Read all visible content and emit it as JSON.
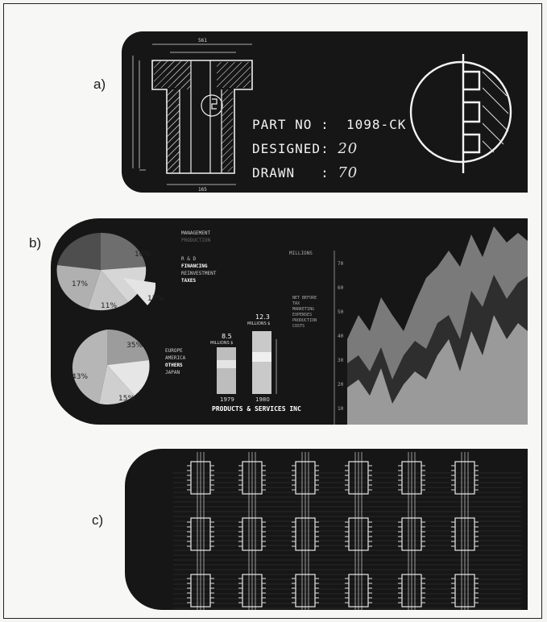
{
  "labels": {
    "a": "a)",
    "b": "b)",
    "c": "c)"
  },
  "panel_a": {
    "part_no_label": "PART NO",
    "part_no_value": "1098-CK",
    "designed_label": "DESIGNED",
    "designed_value": "20",
    "drawn_label": "DRAWN",
    "drawn_value": "70",
    "dim_top": "561",
    "dim_bottom": "165"
  },
  "panel_b": {
    "pie1_labels": [
      "10%",
      "17%",
      "11%",
      "12%"
    ],
    "pie1_legend": [
      "MANAGEMENT",
      "PRODUCTION",
      "R & D",
      "FINANCING",
      "REINVESTMENT",
      "TAXES"
    ],
    "pie2_labels": [
      "35%",
      "43%",
      "15%"
    ],
    "pie2_legend": [
      "EUROPE",
      "AMERICA",
      "OTHERS",
      "JAPAN"
    ],
    "bar1_value": "8.5",
    "bar2_value": "12.3",
    "millions_label": "MILLIONS $",
    "bar1_year": "1979",
    "bar2_year": "1980",
    "bars_caption": "PRODUCTS & SERVICES INC",
    "area_millions": "MILLIONS",
    "area_legend": [
      "NET BEFORE",
      "TAX",
      "MARKETING",
      "EXPENSES",
      "PRODUCTION",
      "COSTS"
    ],
    "area_yticks": [
      "70",
      "60",
      "50",
      "40",
      "30",
      "20",
      "10"
    ]
  }
}
